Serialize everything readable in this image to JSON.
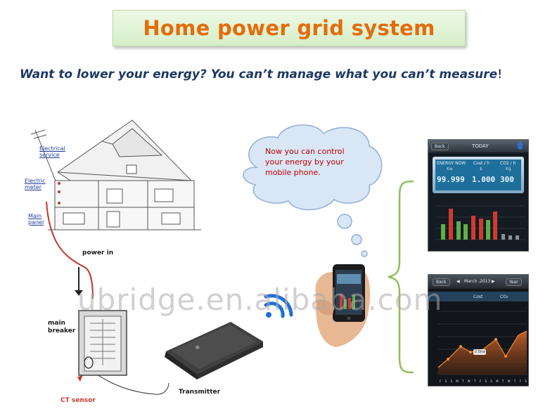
{
  "title": "Home power grid system",
  "tagline": "Want to lower your energy?  You can’t manage what you can’t measure",
  "tagline_end": "!",
  "house_labels": {
    "electrical_service": "Electrical service",
    "electric_meter": "Electric meter",
    "main_panel": "Main panel"
  },
  "power_in": "power in",
  "main_breaker": "main breaker",
  "ct_sensor": "CT sensor",
  "transmitter": "Transmitter",
  "cloud_text": "Now you can control your energy by your mobile phone.",
  "watermark": "ubridge.en.alibaba.com",
  "screen_today": {
    "back": "Back",
    "title": "TODAY",
    "energy_label": "ENERGY NOW",
    "energy_unit": "Kw",
    "cost_label": "Cost / h",
    "cost_unit": "$",
    "co2_label": "CO2 / h",
    "co2_unit": "Kg",
    "energy_value": "99.999",
    "cost_value": "1.000",
    "co2_value": "300"
  },
  "screen_month": {
    "back": "Back",
    "title": "March ,2013",
    "year_button": "Year",
    "tab_cost": "Cost",
    "tab_co2": "CO₂",
    "tooltip": "0.5kw",
    "days": [
      "F",
      "S",
      "S",
      "M",
      "T",
      "W",
      "T",
      "F",
      "S",
      "S",
      "M",
      "T",
      "W",
      "T",
      "F",
      "S"
    ]
  },
  "colors": {
    "title_orange": "#e46c0a",
    "tagline_navy": "#1f3864",
    "cloud_text_red": "#c00000",
    "bracket_green": "#8cbf5a"
  }
}
